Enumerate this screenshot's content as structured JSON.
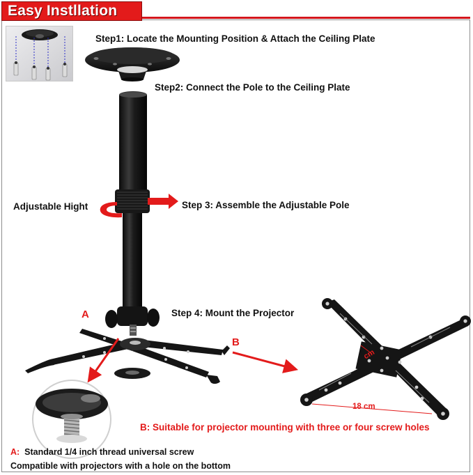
{
  "banner": {
    "title": "Easy Instllation"
  },
  "steps": {
    "step1": "Step1: Locate the Mounting Position & Attach the Ceiling Plate",
    "step2": "Step2: Connect the Pole to the Ceiling Plate",
    "step3": "Step 3: Assemble the Adjustable Pole",
    "step4": "Step 4: Mount the Projector"
  },
  "labels": {
    "adjustable": "Adjustable Hight",
    "marker_a": "A",
    "marker_b": "B",
    "dimension_horizontal": "18 cm",
    "dimension_diagonal": "cm"
  },
  "notes": {
    "b_note": "B: Suitable for projector mounting with three or four screw holes",
    "a_prefix": "A:",
    "a_note": "Standard 1/4 inch thread universal screw",
    "compatible": "Compatible with projectors with a hole on the bottom"
  },
  "colors": {
    "accent_red": "#e31b1b",
    "banner_red": "#e31b1b",
    "metal": "#1c1c1c"
  }
}
